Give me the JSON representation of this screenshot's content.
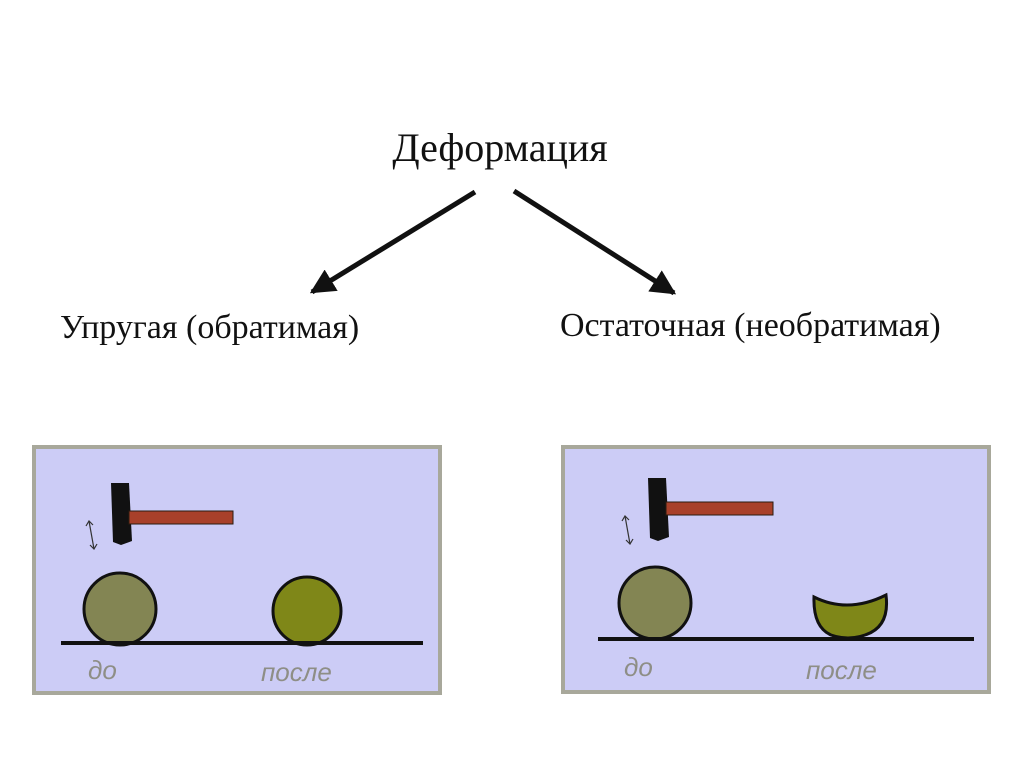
{
  "diagram": {
    "title": "Деформация",
    "branches": [
      {
        "label": "Упругая (обратимая)"
      },
      {
        "label": "Остаточная (необратимая)"
      }
    ],
    "panels": [
      {
        "before_label": "до",
        "after_label": "после",
        "after_shape": "ball"
      },
      {
        "before_label": "до",
        "after_label": "после",
        "after_shape": "dented-ball"
      }
    ],
    "colors": {
      "panel_background": "#ccccf6",
      "panel_border": "#a8a89b",
      "ball_before": "#838553",
      "ball_after": "#7f8718",
      "hammer_head": "#111111",
      "hammer_handle": "#a8402a",
      "caption": "#8e8e86",
      "ground": "#111111"
    }
  }
}
